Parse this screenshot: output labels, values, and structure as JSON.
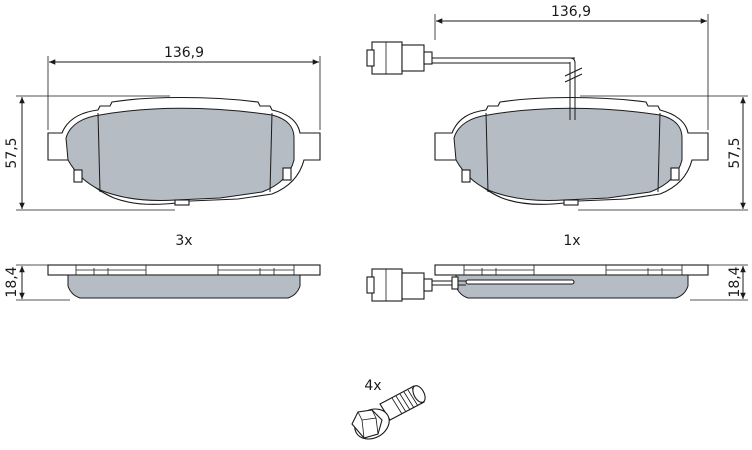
{
  "colors": {
    "friction": "#b6bcc4",
    "outline": "#1a1a1a",
    "background": "#ffffff"
  },
  "left_pad": {
    "width_label": "136,9",
    "height_label": "57,5",
    "thickness_label": "18,4",
    "quantity_label": "3x"
  },
  "right_pad": {
    "width_label": "136,9",
    "height_label": "57,5",
    "thickness_label": "18,4",
    "quantity_label": "1x"
  },
  "bolt": {
    "quantity_label": "4x"
  }
}
